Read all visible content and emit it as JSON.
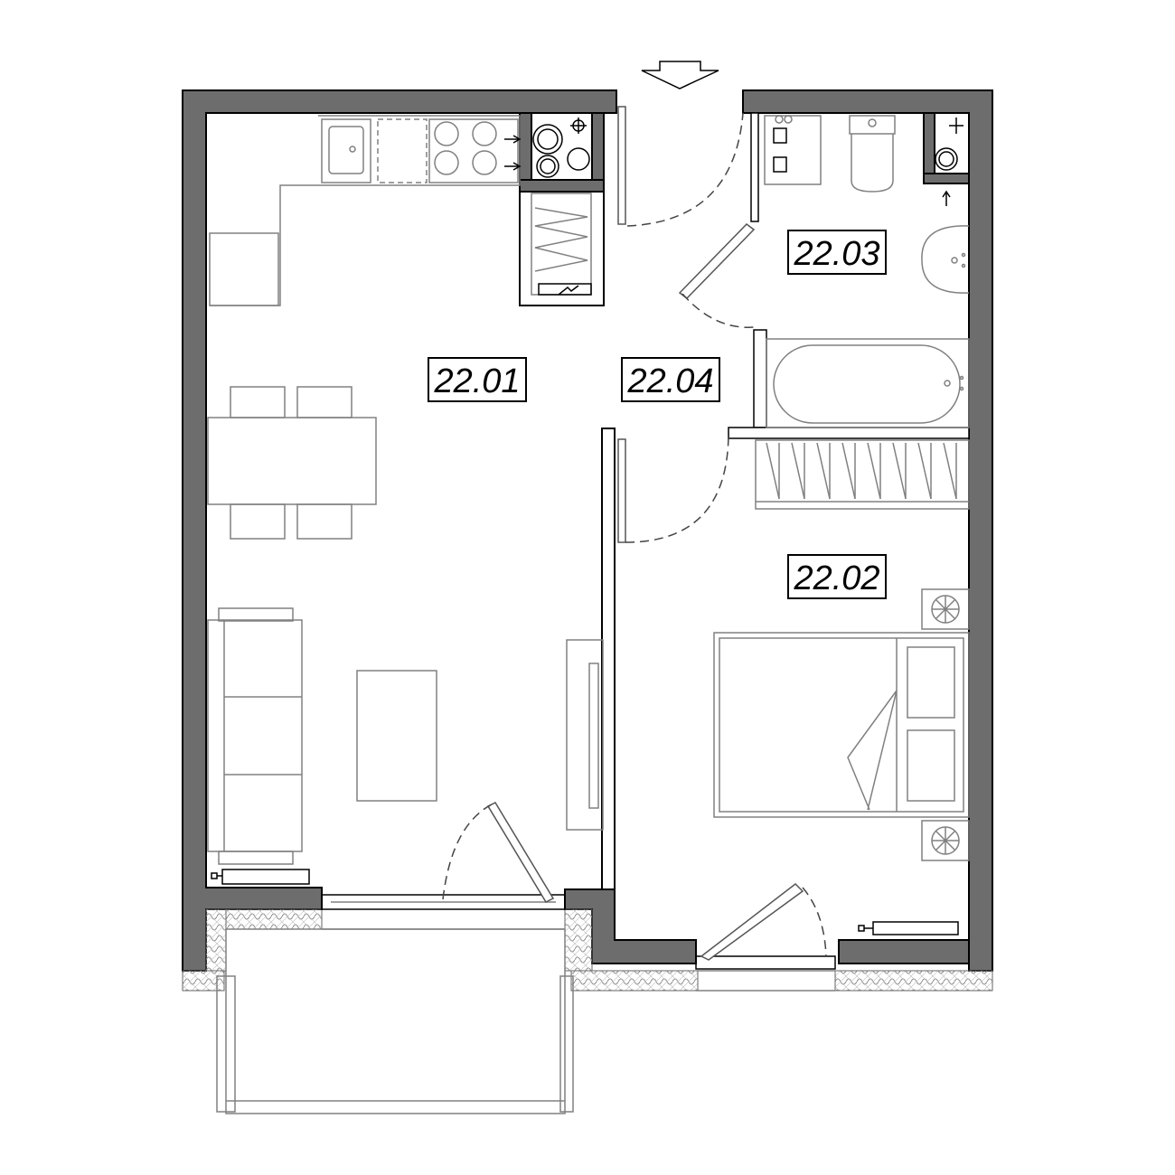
{
  "rooms": [
    {
      "id": "living-kitchen",
      "label": "22.01"
    },
    {
      "id": "bedroom",
      "label": "22.02"
    },
    {
      "id": "bathroom",
      "label": "22.03"
    },
    {
      "id": "hall",
      "label": "22.04"
    }
  ],
  "colors": {
    "wall": "#6d6d6d",
    "furniture": "#808080",
    "outline": "#000000"
  },
  "icons": [
    "entrance-arrow-icon",
    "fan-icon",
    "vent-icon"
  ]
}
